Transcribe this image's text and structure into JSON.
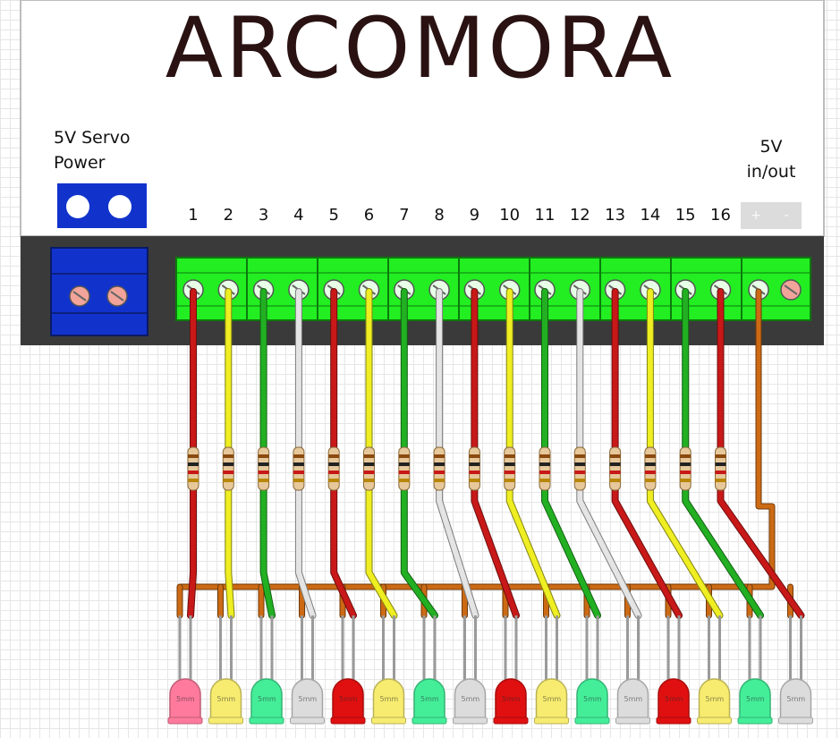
{
  "brand": "ARCOMORA",
  "servo_power_label": [
    "5V Servo",
    "Power"
  ],
  "vin_label": [
    "5V",
    "in/out"
  ],
  "polarity": [
    "+",
    "-"
  ],
  "channels": [
    {
      "pin": "1",
      "wire": "red",
      "led": "red"
    },
    {
      "pin": "2",
      "wire": "yellow",
      "led": "yellow"
    },
    {
      "pin": "3",
      "wire": "green",
      "led": "green"
    },
    {
      "pin": "4",
      "wire": "white",
      "led": "white"
    },
    {
      "pin": "5",
      "wire": "red",
      "led": "red"
    },
    {
      "pin": "6",
      "wire": "yellow",
      "led": "yellow"
    },
    {
      "pin": "7",
      "wire": "green",
      "led": "green"
    },
    {
      "pin": "8",
      "wire": "white",
      "led": "white"
    },
    {
      "pin": "9",
      "wire": "red",
      "led": "red"
    },
    {
      "pin": "10",
      "wire": "yellow",
      "led": "yellow"
    },
    {
      "pin": "11",
      "wire": "green",
      "led": "green"
    },
    {
      "pin": "12",
      "wire": "white",
      "led": "white"
    },
    {
      "pin": "13",
      "wire": "red",
      "led": "red"
    },
    {
      "pin": "14",
      "wire": "yellow",
      "led": "yellow"
    },
    {
      "pin": "15",
      "wire": "green",
      "led": "green"
    },
    {
      "pin": "16",
      "wire": "red",
      "led": "white"
    }
  ],
  "led_text": "5mm",
  "colors": {
    "board": "#3a3a3a",
    "board_top": "#ffffff",
    "terminal_green": "#22ee22",
    "servo_blue": "#1133cc",
    "screw": "#f2a49a",
    "common_wire": "#cc6a14",
    "red": "#c81818",
    "yellow": "#eeee22",
    "green": "#22b022",
    "white": "#e4e4e4",
    "led_red": "#e01010",
    "led_pink": "#ff7a9c",
    "led_yellow": "#f7ec70",
    "led_green": "#44ee99",
    "led_white": "#dcdcdc"
  }
}
